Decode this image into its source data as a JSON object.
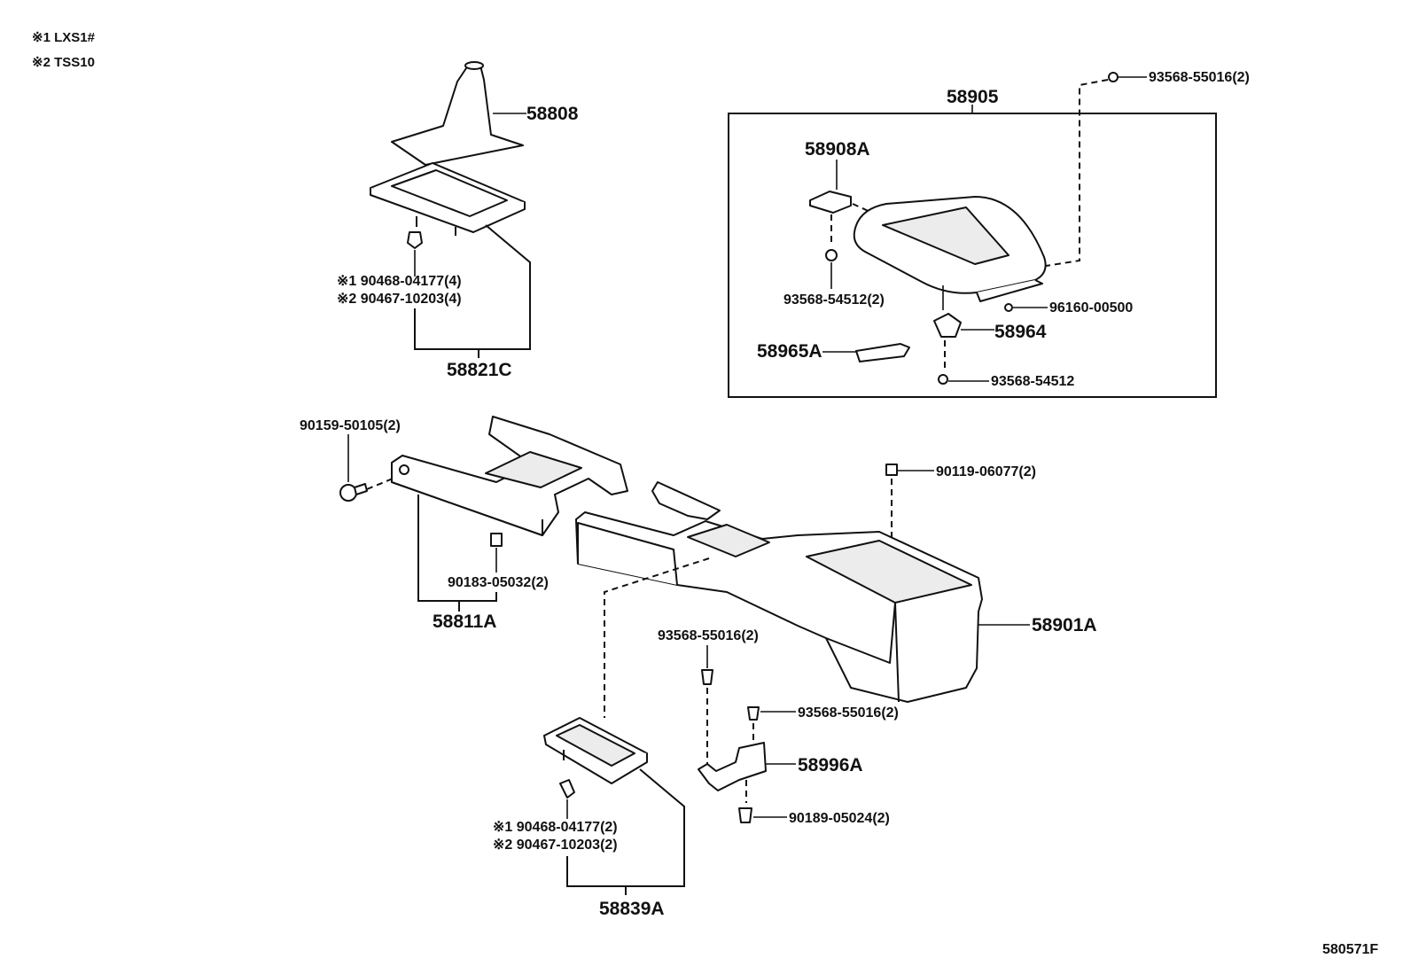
{
  "notes": [
    "※1 LXS1#",
    "※2 TSS10"
  ],
  "labels": {
    "p58808": "58808",
    "p58821c": "58821C",
    "p58821c_clip1": "※1 90468-04177(4)",
    "p58821c_clip2": "※2 90467-10203(4)",
    "p58905": "58905",
    "p58908a": "58908A",
    "p93568_54512_2": "93568-54512(2)",
    "p93568_55016_top": "93568-55016(2)",
    "p96160": "96160-00500",
    "p58964": "58964",
    "p58965a": "58965A",
    "p93568_54512": "93568-54512",
    "p90159": "90159-50105(2)",
    "p90183": "90183-05032(2)",
    "p58811a": "58811A",
    "p90119": "90119-06077(2)",
    "p58901a": "58901A",
    "p93568_55016_mid": "93568-55016(2)",
    "p93568_55016_low": "93568-55016(2)",
    "p58996a": "58996A",
    "p90189": "90189-05024(2)",
    "p58839a_clip1": "※1 90468-04177(2)",
    "p58839a_clip2": "※2 90467-10203(2)",
    "p58839a": "58839A"
  },
  "drawing_code": "580571F"
}
